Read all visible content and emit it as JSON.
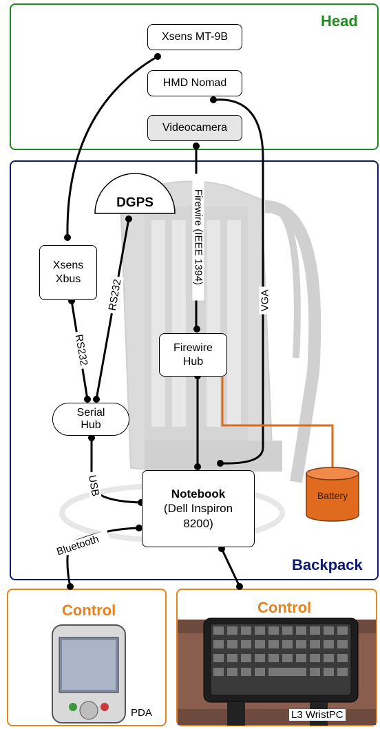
{
  "regions": {
    "head": "Head",
    "backpack": "Backpack",
    "control_left": "Control",
    "control_right": "Control"
  },
  "nodes": {
    "xsens_mt9b": "Xsens MT-9B",
    "hmd_nomad": "HMD Nomad",
    "videocamera": "Videocamera",
    "dgps": "DGPS",
    "xsens_xbus_line1": "Xsens",
    "xsens_xbus_line2": "Xbus",
    "firewire_hub_line1": "Firewire",
    "firewire_hub_line2": "Hub",
    "serial_hub_line1": "Serial",
    "serial_hub_line2": "Hub",
    "notebook_title": "Notebook",
    "notebook_line2": "(Dell Inspiron",
    "notebook_line3": "8200)",
    "battery": "Battery"
  },
  "links": {
    "firewire": "Firewire (IEEE 1394)",
    "rs232_dgps": "RS232",
    "rs232_xbus": "RS232",
    "vga": "VGA",
    "usb": "USB",
    "bluetooth": "Bluetooth"
  },
  "devices": {
    "pda": "PDA",
    "wristpc": "L3 WristPC"
  },
  "colors": {
    "head": "#1e8c1e",
    "backpack": "#0e1a6e",
    "control": "#e8821e",
    "power_line": "#d86a1a",
    "battery_fill": "#e06a1e"
  }
}
